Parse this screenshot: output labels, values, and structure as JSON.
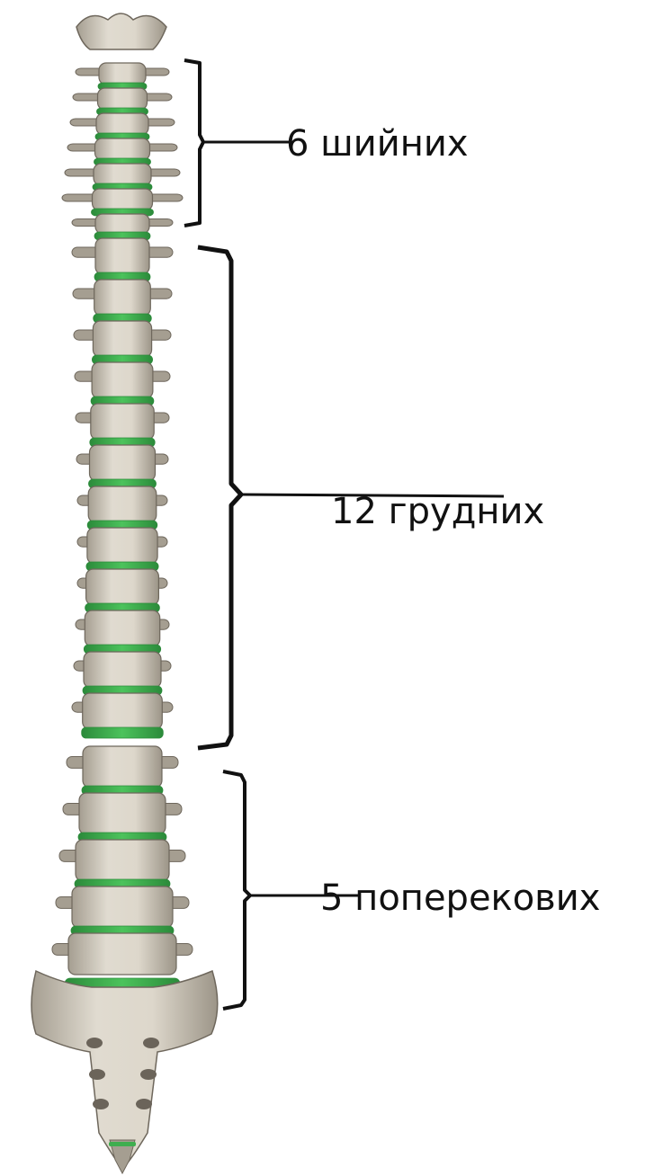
{
  "figure": {
    "colors": {
      "bone": "#d6d0c4",
      "bone_shadow": "#a59e91",
      "bone_outline": "#6e675c",
      "disc": "#3fae4f",
      "disc_dark": "#2b8a3a",
      "bracket": "#111111",
      "text": "#111111"
    },
    "regions": [
      {
        "id": "cervical",
        "label": "6 шийних",
        "count": 6
      },
      {
        "id": "thoracic",
        "label": "12 грудних",
        "count": 12
      },
      {
        "id": "lumbar",
        "label": "5 поперекових",
        "count": 5
      }
    ]
  }
}
